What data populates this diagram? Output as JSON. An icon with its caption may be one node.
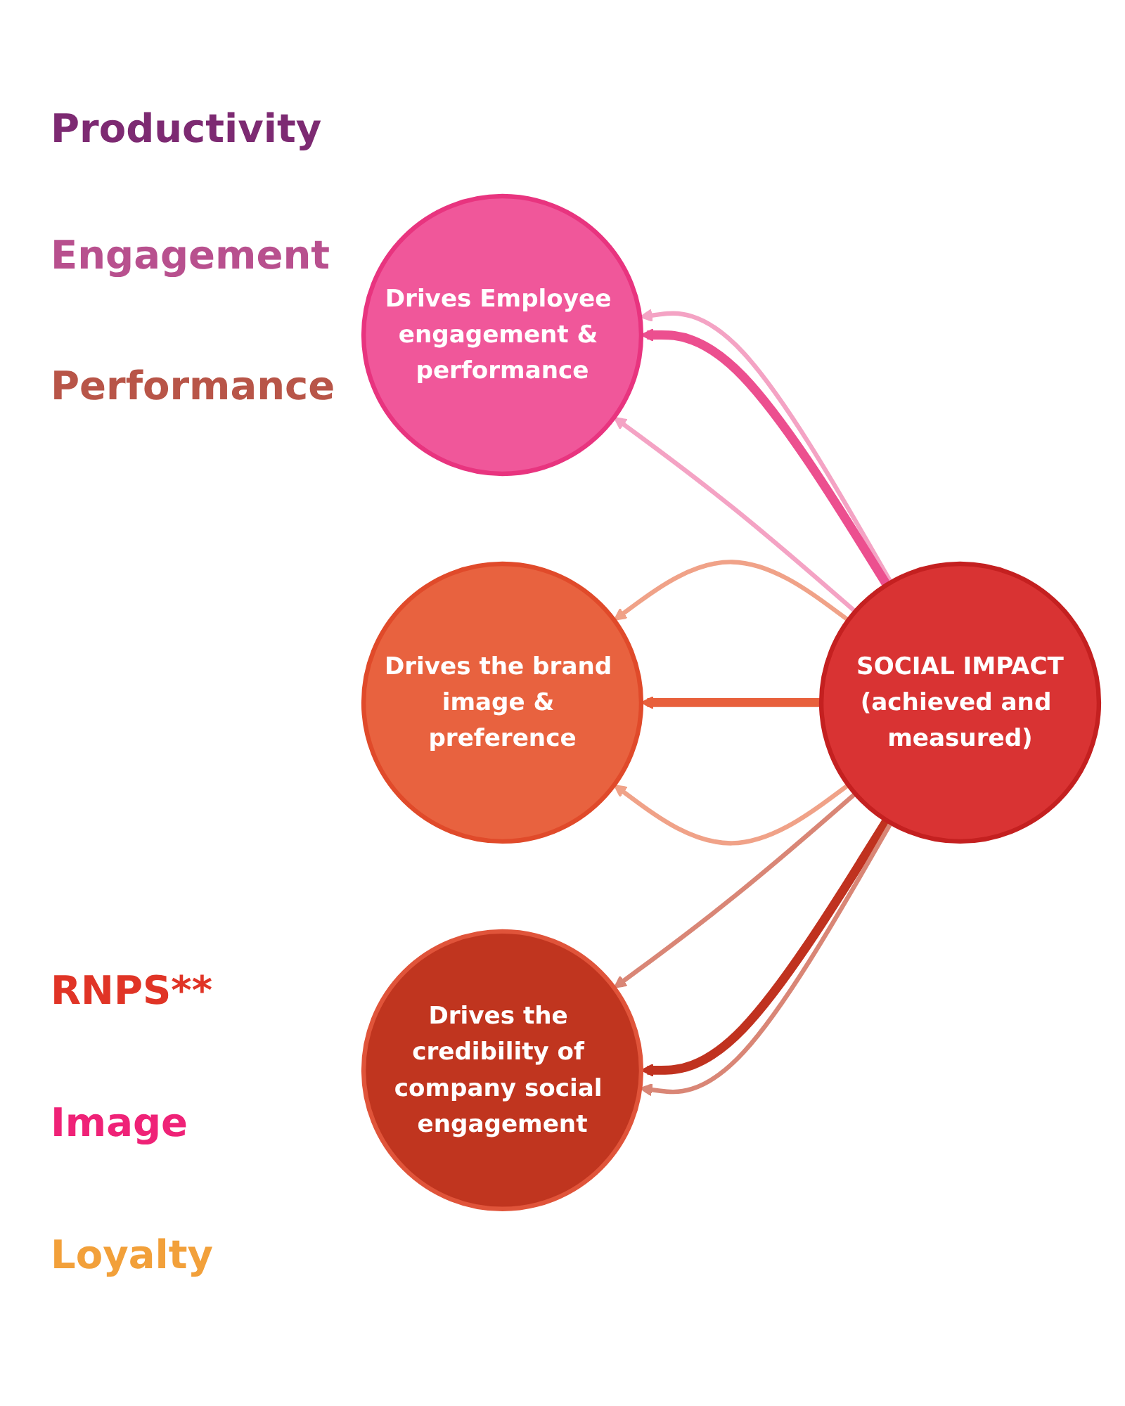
{
  "diagram": {
    "nodes": [
      {
        "text": [
          "Drives Employee engagement & performance"
        ]
      },
      {
        "text": [
          "Drives the brand image & preference"
        ]
      },
      {
        "text": [
          "SOCIAL IMPACT",
          "(achieved and measured)"
        ]
      },
      {
        "text": [
          "Drives the credibility of company social engagement"
        ]
      }
    ],
    "edges": [
      {
        "from": 2,
        "to": 0,
        "arrow": "to",
        "color": "#f4a3c4"
      },
      {
        "from": 2,
        "to": 0,
        "arrow": "to",
        "style": "thick",
        "color": "#ec4f8f"
      },
      {
        "from": 2,
        "to": 0,
        "arrow": "to",
        "color": "#f4a3c4"
      },
      {
        "from": 2,
        "to": 1,
        "arrow": "to",
        "color": "#f0a288"
      },
      {
        "from": 2,
        "to": 1,
        "arrow": "to",
        "style": "thick",
        "color": "#e8603c"
      },
      {
        "from": 2,
        "to": 1,
        "arrow": "to",
        "color": "#f0a288"
      },
      {
        "from": 2,
        "to": 3,
        "arrow": "to",
        "color": "#d98676"
      },
      {
        "from": 2,
        "to": 3,
        "arrow": "to",
        "style": "thick",
        "color": "#c0321f"
      },
      {
        "from": 2,
        "to": 3,
        "arrow": "to",
        "color": "#d98676"
      }
    ],
    "labels": [
      "Productivity",
      "Engagement",
      "Performance",
      "RNPS**",
      "Image",
      "Loyalty"
    ]
  }
}
